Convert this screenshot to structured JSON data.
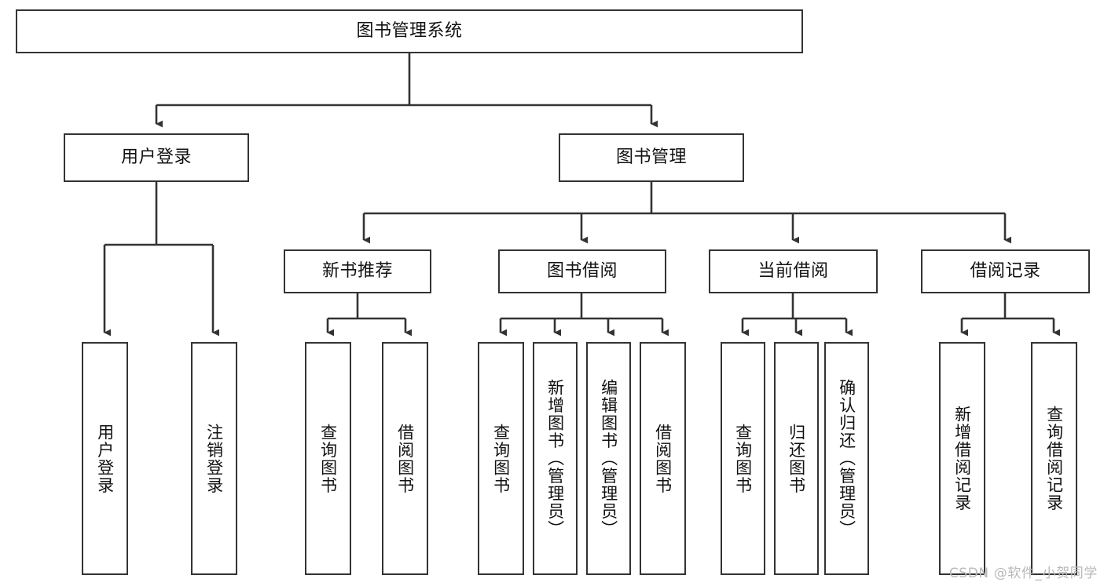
{
  "diagram": {
    "title": "图书管理系统",
    "watermark": "CSDN @软件_小贺同学",
    "line_color": "#333333",
    "box_border_color": "#333333",
    "box_fill_color": "#ffffff",
    "text_color": "#111111",
    "watermark_color": "#b9b9b9",
    "levels": {
      "root": "图书管理系统",
      "level2": [
        "用户登录",
        "图书管理"
      ],
      "level3": [
        "新书推荐",
        "图书借阅",
        "当前借阅",
        "借阅记录"
      ]
    },
    "nodes": {
      "root": {
        "label": "图书管理系统",
        "orientation": "horizontal"
      },
      "user_login": {
        "label": "用户登录",
        "orientation": "horizontal"
      },
      "book_manage": {
        "label": "图书管理",
        "orientation": "horizontal"
      },
      "new_book_rec": {
        "label": "新书推荐",
        "orientation": "horizontal"
      },
      "book_borrow": {
        "label": "图书借阅",
        "orientation": "horizontal"
      },
      "current_borrow": {
        "label": "当前借阅",
        "orientation": "horizontal"
      },
      "borrow_record": {
        "label": "借阅记录",
        "orientation": "horizontal"
      },
      "leaf_user_login": {
        "label": "用户登录",
        "orientation": "vertical"
      },
      "leaf_logout": {
        "label": "注销登录",
        "orientation": "vertical"
      },
      "leaf_query_book_1": {
        "label": "查询图书",
        "orientation": "vertical"
      },
      "leaf_borrow_book_1": {
        "label": "借阅图书",
        "orientation": "vertical"
      },
      "leaf_query_book_2": {
        "label": "查询图书",
        "orientation": "vertical"
      },
      "leaf_add_book": {
        "label": "新增图书（管理员）",
        "orientation": "vertical"
      },
      "leaf_edit_book": {
        "label": "编辑图书（管理员）",
        "orientation": "vertical"
      },
      "leaf_borrow_book_2": {
        "label": "借阅图书",
        "orientation": "vertical"
      },
      "leaf_query_book_3": {
        "label": "查询图书",
        "orientation": "vertical"
      },
      "leaf_return_book": {
        "label": "归还图书",
        "orientation": "vertical"
      },
      "leaf_confirm_return": {
        "label": "确认归还（管理员）",
        "orientation": "vertical"
      },
      "leaf_add_record": {
        "label": "新增借阅记录",
        "orientation": "vertical"
      },
      "leaf_query_record": {
        "label": "查询借阅记录",
        "orientation": "vertical"
      }
    },
    "edges": [
      {
        "from": "图书管理系统",
        "to": "用户登录"
      },
      {
        "from": "图书管理系统",
        "to": "图书管理"
      },
      {
        "from": "用户登录",
        "to": "用户登录"
      },
      {
        "from": "用户登录",
        "to": "注销登录"
      },
      {
        "from": "图书管理",
        "to": "新书推荐"
      },
      {
        "from": "图书管理",
        "to": "图书借阅"
      },
      {
        "from": "图书管理",
        "to": "当前借阅"
      },
      {
        "from": "图书管理",
        "to": "借阅记录"
      },
      {
        "from": "新书推荐",
        "to": "查询图书"
      },
      {
        "from": "新书推荐",
        "to": "借阅图书"
      },
      {
        "from": "图书借阅",
        "to": "查询图书"
      },
      {
        "from": "图书借阅",
        "to": "新增图书（管理员）"
      },
      {
        "from": "图书借阅",
        "to": "编辑图书（管理员）"
      },
      {
        "from": "图书借阅",
        "to": "借阅图书"
      },
      {
        "from": "当前借阅",
        "to": "查询图书"
      },
      {
        "from": "当前借阅",
        "to": "归还图书"
      },
      {
        "from": "当前借阅",
        "to": "确认归还（管理员）"
      },
      {
        "from": "借阅记录",
        "to": "新增借阅记录"
      },
      {
        "from": "借阅记录",
        "to": "查询借阅记录"
      }
    ]
  }
}
